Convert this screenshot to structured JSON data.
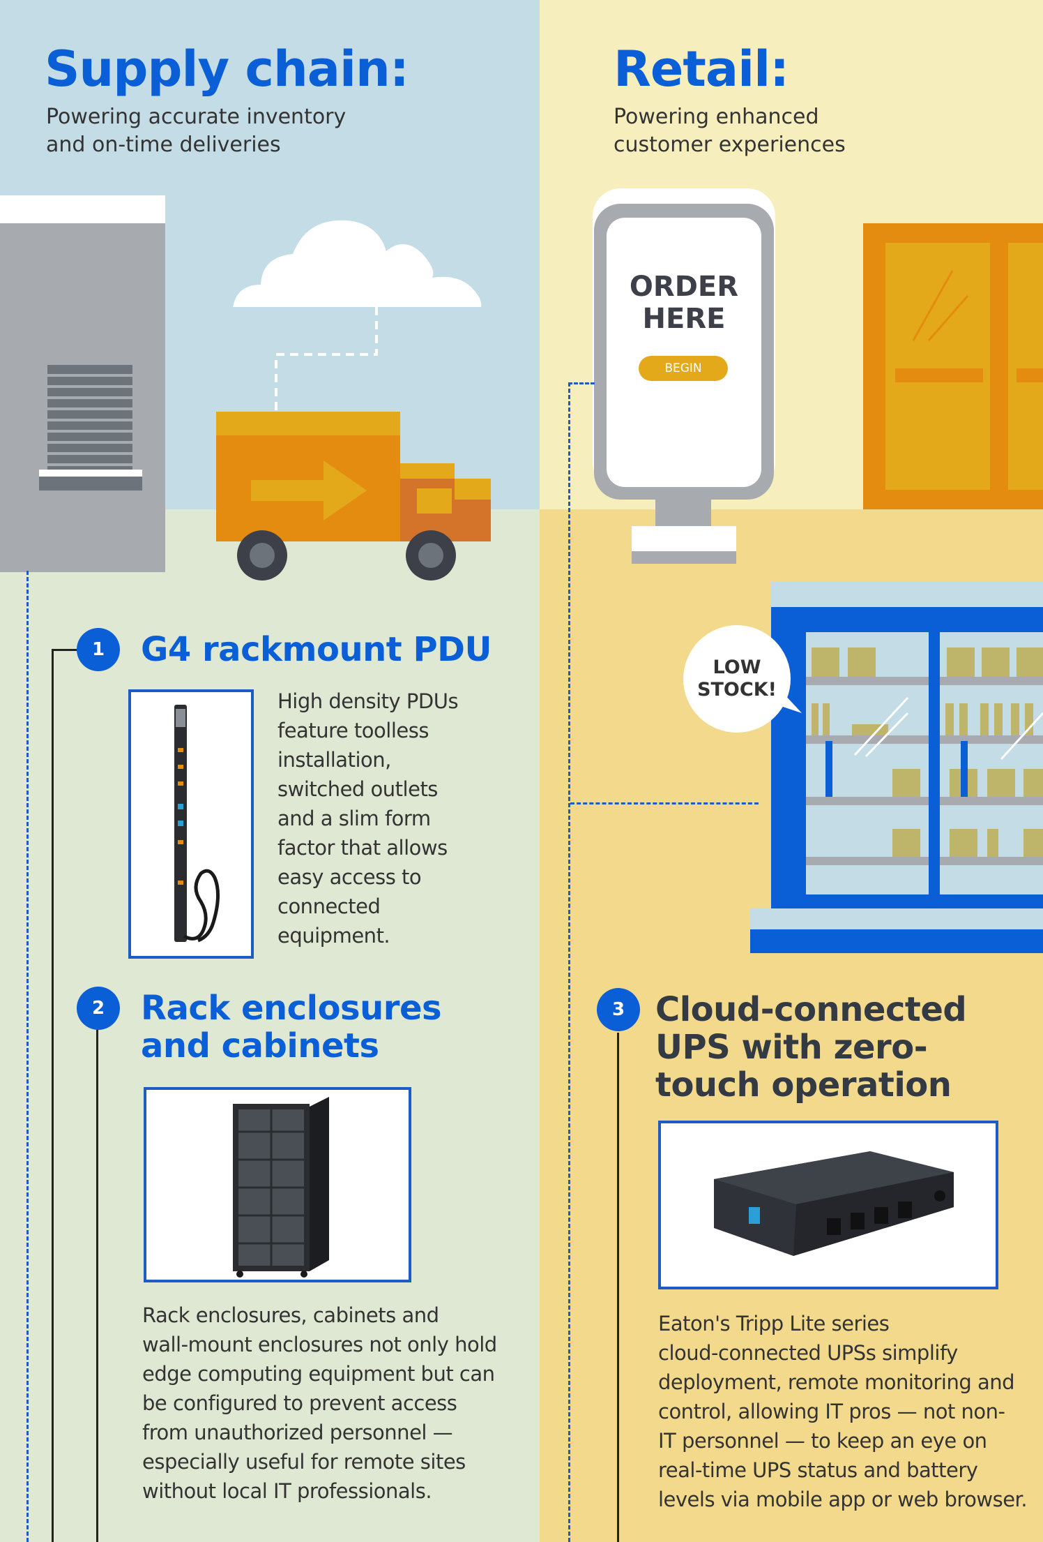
{
  "supply_chain": {
    "title": "Supply chain:",
    "subtitle_line1": "Powering accurate inventory",
    "subtitle_line2": "and on-time deliveries"
  },
  "retail": {
    "title": "Retail:",
    "subtitle_line1": "Powering enhanced",
    "subtitle_line2": "customer experiences"
  },
  "kiosk": {
    "line1": "ORDER",
    "line2": "HERE",
    "button_label": "BEGIN"
  },
  "fridge": {
    "bubble_line1": "LOW",
    "bubble_line2": "STOCK!"
  },
  "items": [
    {
      "number": "1",
      "title": "G4 rackmount PDU",
      "body_lines": [
        "High density PDUs",
        "feature toolless",
        "installation,",
        "switched outlets",
        "and a slim form",
        "factor that allows",
        "easy access to",
        "connected",
        "equipment."
      ]
    },
    {
      "number": "2",
      "title_line1": "Rack enclosures",
      "title_line2": "and cabinets",
      "body_lines": [
        "Rack enclosures, cabinets and",
        "wall-mount enclosures not only hold",
        "edge computing equipment but can",
        "be configured to prevent access",
        "from unauthorized personnel —",
        "especially useful for remote sites",
        "without local IT professionals."
      ]
    },
    {
      "number": "3",
      "title_line1": "Cloud-connected",
      "title_line2": "UPS with zero-",
      "title_line3": "touch operation",
      "body_lines": [
        "Eaton's Tripp Lite series",
        "cloud-connected UPSs simplify",
        "deployment, remote monitoring and",
        "control, allowing IT pros — not non-",
        "IT personnel — to keep an eye on",
        "real-time UPS status and battery",
        "levels via mobile app or web browser."
      ]
    }
  ],
  "colors": {
    "accent_blue": "#0a5fd6",
    "truck_orange": "#e38c10",
    "kiosk_button": "#e3a91b",
    "fridge_blue": "#0a5fd6"
  }
}
